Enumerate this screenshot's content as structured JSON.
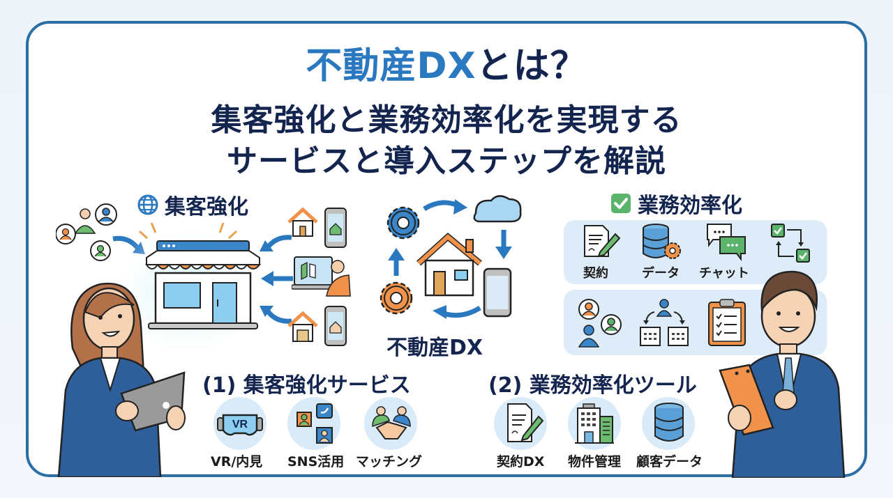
{
  "header": {
    "title_accent": "不動産DX",
    "title_rest": "とは？",
    "subtitle_line1": "集客強化と業務効率化を実現する",
    "subtitle_line2": "サービスと導入ステップを解説"
  },
  "sections": {
    "attract": {
      "heading": "集客強化",
      "icon": "globe-icon"
    },
    "center": {
      "label": "不動産DX",
      "icons": [
        "gear-icon",
        "cloud-icon",
        "house-icon",
        "smartphone-icon",
        "gear-icon",
        "cycle-arrows-icon"
      ]
    },
    "efficiency": {
      "heading": "業務効率化",
      "icon": "checkbox-icon",
      "row1": [
        {
          "label": "契約",
          "icon": "contract-pen-icon"
        },
        {
          "label": "データ",
          "icon": "database-gear-icon"
        },
        {
          "label": "チャット",
          "icon": "chat-bubbles-icon"
        },
        {
          "label": "",
          "icon": "workflow-checks-icon"
        }
      ],
      "row2": [
        {
          "icon": "user-chat-icon"
        },
        {
          "icon": "org-chart-icon"
        },
        {
          "icon": "clipboard-checklist-icon"
        }
      ]
    }
  },
  "services": {
    "heading": "(1) 集客強化サービス",
    "items": [
      {
        "label": "VR/内見",
        "icon": "vr-headset-icon"
      },
      {
        "label": "SNS活用",
        "icon": "sns-icon"
      },
      {
        "label": "マッチング",
        "icon": "handshake-icon"
      }
    ]
  },
  "tools": {
    "heading": "(2) 業務効率化ツール",
    "items": [
      {
        "label": "契約DX",
        "icon": "contract-pen-icon"
      },
      {
        "label": "物件管理",
        "icon": "building-icon"
      },
      {
        "label": "顧客データ",
        "icon": "database-icon"
      }
    ]
  },
  "colors": {
    "frame": "#2a6ea6",
    "navy": "#13244f",
    "accent_blue": "#2a78c0",
    "orange": "#f0924a",
    "green": "#5cb36b",
    "light_blue": "#ddecf8"
  }
}
